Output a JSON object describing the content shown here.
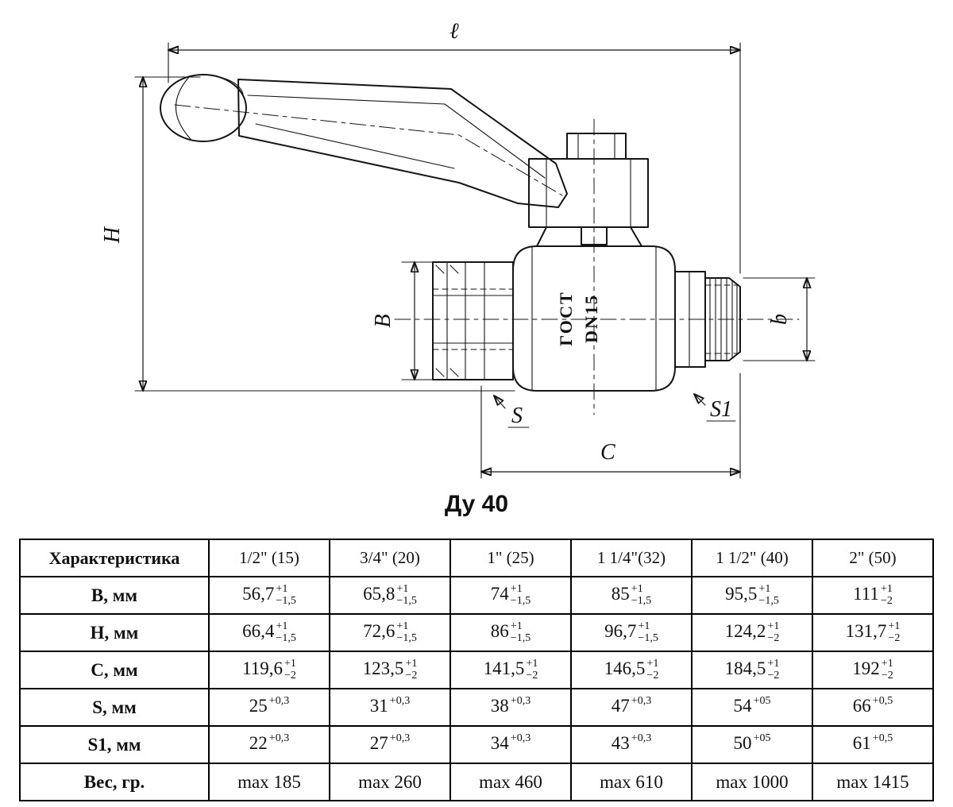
{
  "drawing": {
    "caption": "Ду 40",
    "labels": {
      "l": "ℓ",
      "h": "H",
      "b_left": "B",
      "b_right": "b",
      "c": "C",
      "s": "S",
      "s1": "S1"
    },
    "marking1": "ГОСТ",
    "marking2": "DN15"
  },
  "table": {
    "header": [
      "Характеристика",
      "1/2\" (15)",
      "3/4\" (20)",
      "1\" (25)",
      "1 1/4\"(32)",
      "1 1/2\" (40)",
      "2\" (50)"
    ],
    "rows": [
      {
        "label": "В, мм",
        "cells": [
          {
            "v": "56,7",
            "t": "+1",
            "b": "−1,5"
          },
          {
            "v": "65,8",
            "t": "+1",
            "b": "−1,5"
          },
          {
            "v": "74",
            "t": "+1",
            "b": "−1,5"
          },
          {
            "v": "85",
            "t": "+1",
            "b": "−1,5"
          },
          {
            "v": "95,5",
            "t": "+1",
            "b": "−1,5"
          },
          {
            "v": "111",
            "t": "+1",
            "b": "−2"
          }
        ]
      },
      {
        "label": "Н, мм",
        "cells": [
          {
            "v": "66,4",
            "t": "+1",
            "b": "−1,5"
          },
          {
            "v": "72,6",
            "t": "+1",
            "b": "−1,5"
          },
          {
            "v": "86",
            "t": "+1",
            "b": "−1,5"
          },
          {
            "v": "96,7",
            "t": "+1",
            "b": "−1,5"
          },
          {
            "v": "124,2",
            "t": "+1",
            "b": "−2"
          },
          {
            "v": "131,7",
            "t": "+1",
            "b": "−2"
          }
        ]
      },
      {
        "label": "С, мм",
        "cells": [
          {
            "v": "119,6",
            "t": "+1",
            "b": "−2"
          },
          {
            "v": "123,5",
            "t": "+1",
            "b": "−2"
          },
          {
            "v": "141,5",
            "t": "+1",
            "b": "−2"
          },
          {
            "v": "146,5",
            "t": "+1",
            "b": "−2"
          },
          {
            "v": "184,5",
            "t": "+1",
            "b": "−2"
          },
          {
            "v": "192",
            "t": "+1",
            "b": "−2"
          }
        ]
      },
      {
        "label": "S, мм",
        "cells": [
          {
            "v": "25",
            "t": "+0,3",
            "b": ""
          },
          {
            "v": "31",
            "t": "+0,3",
            "b": ""
          },
          {
            "v": "38",
            "t": "+0,3",
            "b": ""
          },
          {
            "v": "47",
            "t": "+0,3",
            "b": ""
          },
          {
            "v": "54",
            "t": "+05",
            "b": ""
          },
          {
            "v": "66",
            "t": "+0,5",
            "b": ""
          }
        ]
      },
      {
        "label": "S1, мм",
        "cells": [
          {
            "v": "22",
            "t": "+0,3",
            "b": ""
          },
          {
            "v": "27",
            "t": "+0,3",
            "b": ""
          },
          {
            "v": "34",
            "t": "+0,3",
            "b": ""
          },
          {
            "v": "43",
            "t": "+0,3",
            "b": ""
          },
          {
            "v": "50",
            "t": "+05",
            "b": ""
          },
          {
            "v": "61",
            "t": "+0,5",
            "b": ""
          }
        ]
      },
      {
        "label": "Вес, гр.",
        "cells": [
          {
            "v": "max 185",
            "t": "",
            "b": ""
          },
          {
            "v": "max 260",
            "t": "",
            "b": ""
          },
          {
            "v": "max 460",
            "t": "",
            "b": ""
          },
          {
            "v": "max 610",
            "t": "",
            "b": ""
          },
          {
            "v": "max 1000",
            "t": "",
            "b": ""
          },
          {
            "v": "max 1415",
            "t": "",
            "b": ""
          }
        ]
      }
    ]
  }
}
